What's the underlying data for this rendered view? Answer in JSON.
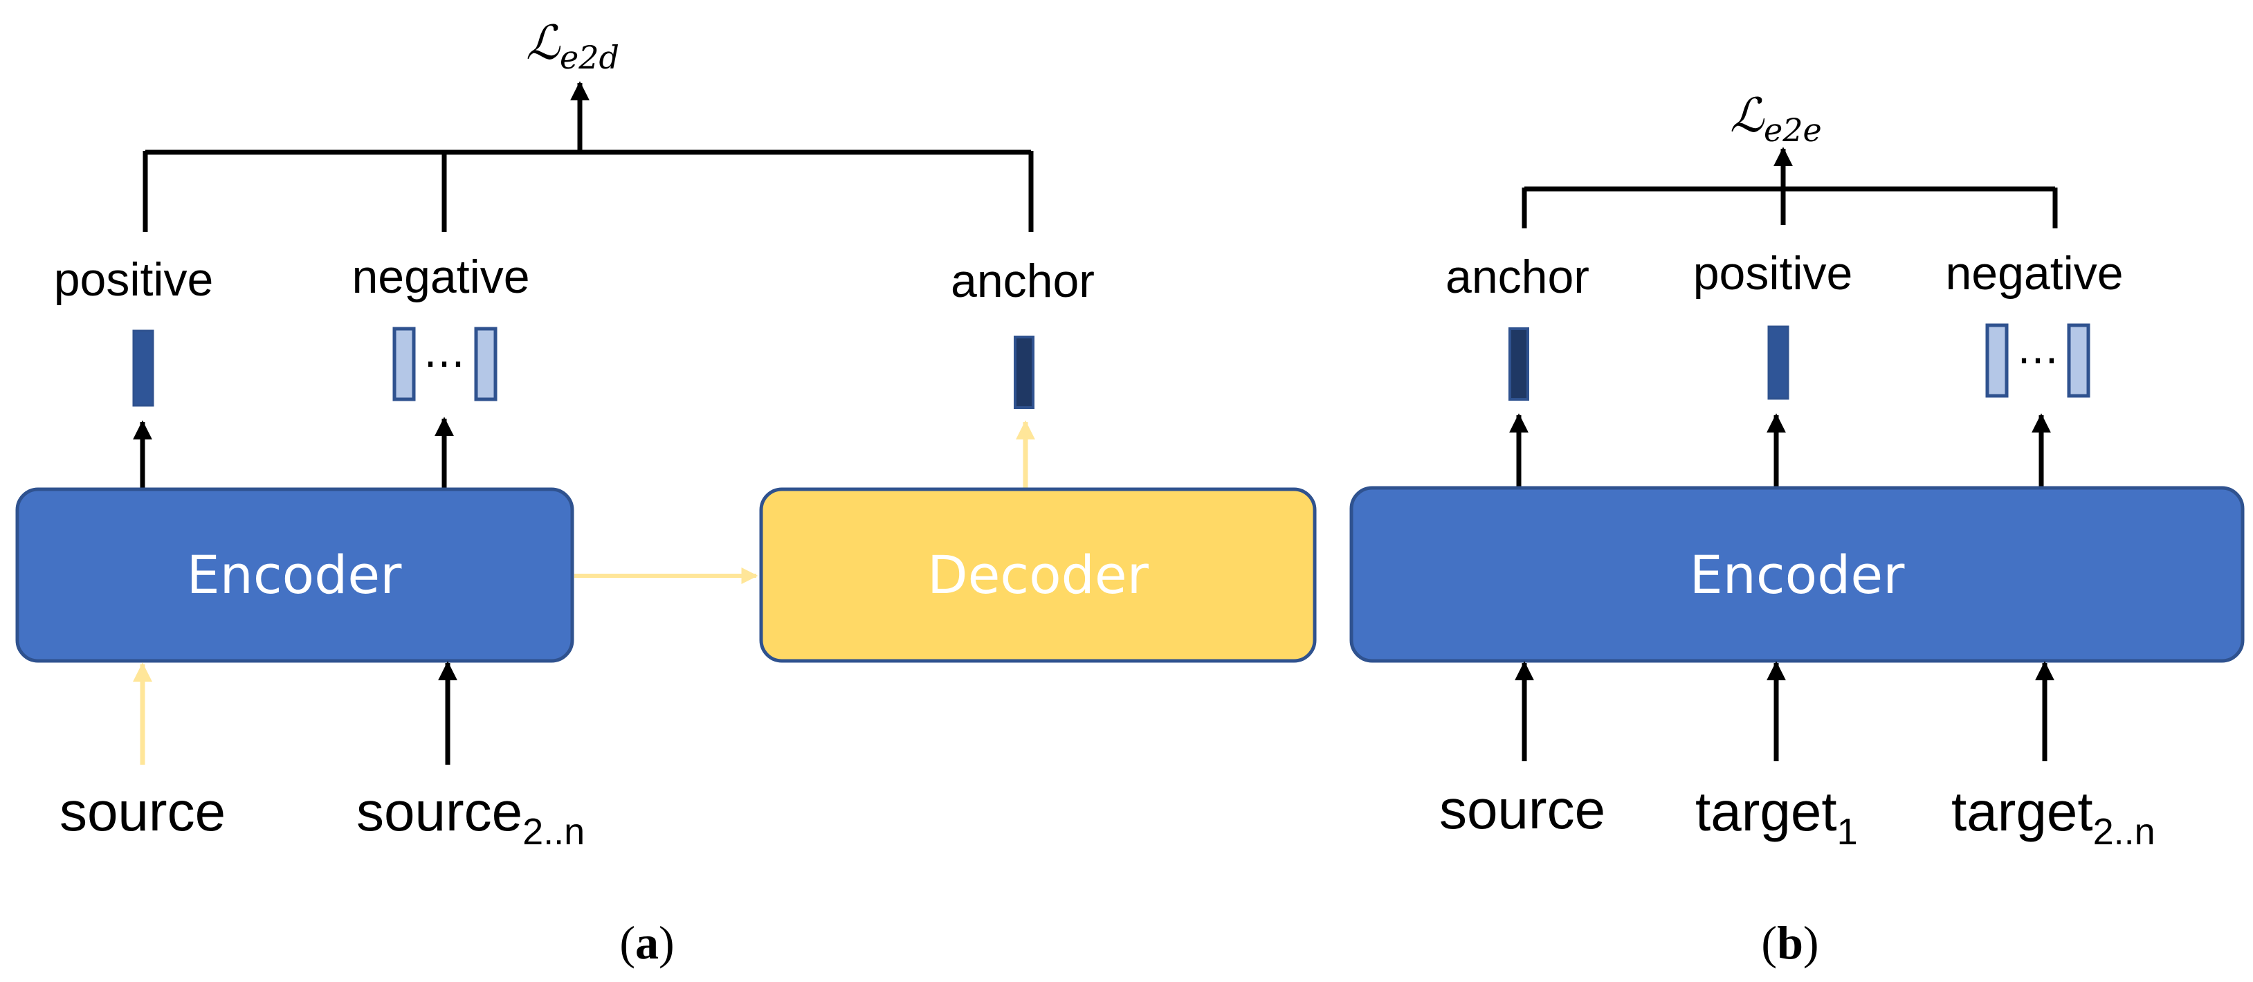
{
  "colors": {
    "encoder_fill": "#4472C4",
    "encoder_stroke": "#2F528F",
    "decoder_fill": "#FFD966",
    "decoder_stroke": "#2F528F",
    "yellow_arrow": "#FFE699",
    "black": "#000000",
    "vec_positive": "#2F5597",
    "vec_anchor": "#1F3864",
    "vec_negative_fill": "#B4C7E7",
    "vec_negative_stroke": "#2F528F"
  },
  "panel_a": {
    "loss": {
      "script": "ℒ",
      "sub": "e2d"
    },
    "labels": {
      "positive": "positive",
      "negative": "negative",
      "anchor": "anchor"
    },
    "ellipsis": "⋯",
    "encoder_label": "Encoder",
    "decoder_label": "Decoder",
    "inputs": {
      "source": "source",
      "source_n_base": "source",
      "source_n_sub": "2..n"
    },
    "caption": {
      "open": "(",
      "letter": "a",
      "close": ")"
    }
  },
  "panel_b": {
    "loss": {
      "script": "ℒ",
      "sub": "e2e"
    },
    "labels": {
      "anchor": "anchor",
      "positive": "positive",
      "negative": "negative"
    },
    "ellipsis": "⋯",
    "encoder_label": "Encoder",
    "inputs": {
      "source": "source",
      "target1_base": "target",
      "target1_sub": "1",
      "target_n_base": "target",
      "target_n_sub": "2..n"
    },
    "caption": {
      "open": "(",
      "letter": "b",
      "close": ")"
    }
  }
}
